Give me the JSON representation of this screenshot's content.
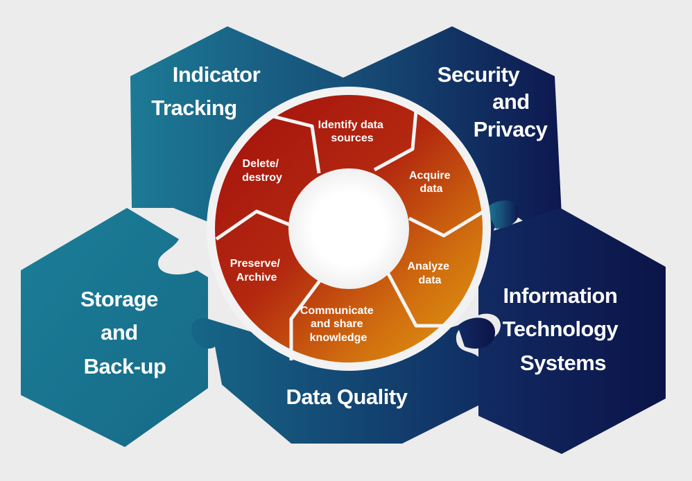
{
  "outer_blocks": {
    "indicator_tracking": [
      "Indicator",
      "Tracking"
    ],
    "security_privacy": [
      "Security",
      "and",
      "Privacy"
    ],
    "storage_backup": [
      "Storage",
      "and",
      "Back-up"
    ],
    "information_technology": [
      "Information",
      "Technology",
      "Systems"
    ],
    "data_quality": [
      "Data Quality"
    ]
  },
  "cycle_steps": {
    "identify": [
      "Identify data",
      "sources"
    ],
    "acquire": [
      "Acquire",
      "data"
    ],
    "analyze": [
      "Analyze",
      "data"
    ],
    "communicate": [
      "Communicate",
      "and share",
      "knowledge"
    ],
    "preserve": [
      "Preserve/",
      "Archive"
    ],
    "delete": [
      "Delete/",
      "destroy"
    ]
  },
  "colors": {
    "background": "#ececec",
    "teal": "#1a7893",
    "navy": "#0e1c55",
    "cycle_red": "#a8140f",
    "cycle_orange": "#d9860e",
    "ring": "#f2f2f2"
  }
}
